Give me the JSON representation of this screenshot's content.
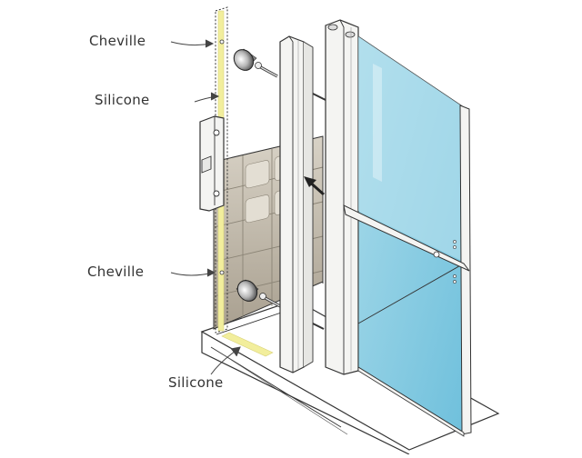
{
  "labels": {
    "cheville_top": "Cheville",
    "silicone_top": "Silicone",
    "cheville_bottom": "Cheville",
    "silicone_bottom": "Silicone"
  },
  "colors": {
    "glass": "#8fd0e4",
    "glass_light": "#c4e7f1",
    "tile": "#bdb5a6",
    "tile_line": "#8b8476",
    "silicone": "#f2ee9c",
    "outline": "#333333",
    "frame": "#f4f4f2"
  }
}
